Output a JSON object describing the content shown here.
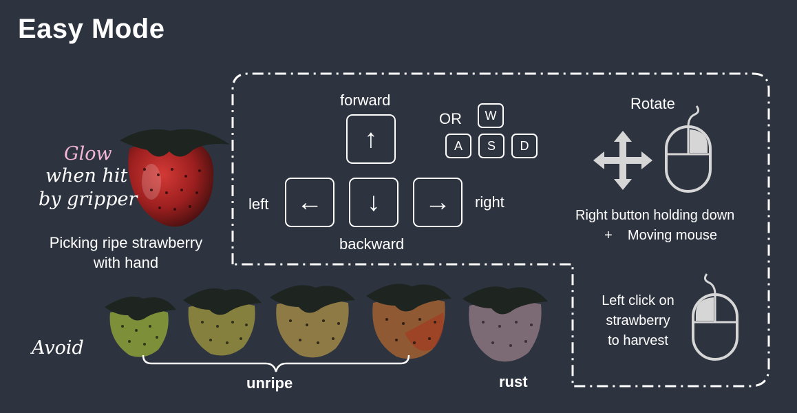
{
  "page": {
    "title": "Easy Mode"
  },
  "glow_text": {
    "line1": "Glow",
    "line2": "when hit",
    "line3": "by gripper"
  },
  "pick": {
    "line1": "Picking ripe strawberry",
    "line2": "with hand"
  },
  "avoid": {
    "label": "Avoid",
    "unripe": "unripe",
    "rust": "rust"
  },
  "movement": {
    "forward": "forward",
    "backward": "backward",
    "left": "left",
    "right": "right",
    "or": "OR",
    "arrow_up": "↑",
    "arrow_down": "↓",
    "arrow_left": "←",
    "arrow_right": "→",
    "key_w": "W",
    "key_a": "A",
    "key_s": "S",
    "key_d": "D"
  },
  "rotate": {
    "title": "Rotate",
    "line1": "Right button holding down",
    "line2": "+    Moving mouse"
  },
  "harvest": {
    "line1": "Left click on",
    "line2": "strawberry",
    "line3": "to harvest"
  },
  "colors": {
    "background": "#2d3440",
    "ripe": "#9c1f1f",
    "unripe_green": "#7e8f3a",
    "unripe_olive": "#86803f",
    "unripe_tan": "#8e7a44",
    "unripe_orange": "#8f5a33",
    "rust": "#7c6a74",
    "leaves": "#1e241f",
    "icon_gray": "#d6d6d6"
  }
}
